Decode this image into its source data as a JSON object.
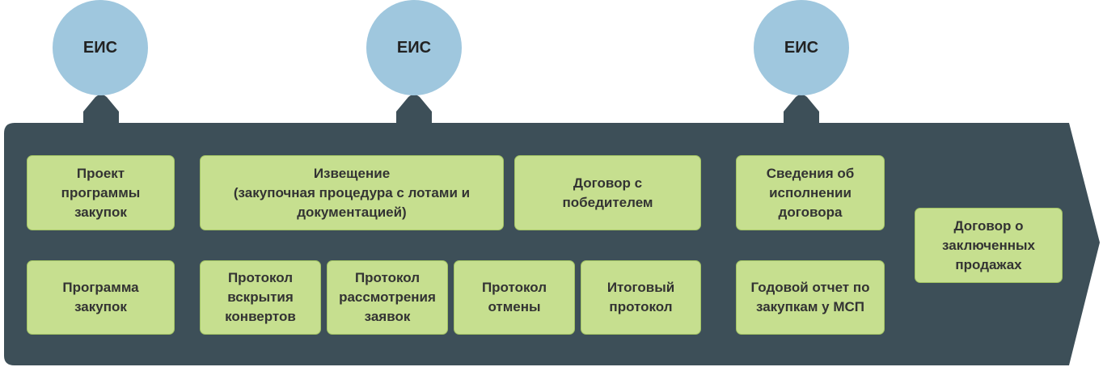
{
  "circles": [
    "ЕИС",
    "ЕИС",
    "ЕИС"
  ],
  "boxes": {
    "project_plan": "Проект\nпрограммы\nзакупок",
    "plan": "Программа\nзакупок",
    "notice": "Извещение\n(закупочная процедура с лотами и\nдокументацией)",
    "contract_winner": "Договор с\nпобедителем",
    "execution": "Сведения об\nисполнении\nдоговора",
    "protocol_opening": "Протокол\nвскрытия\nконвертов",
    "protocol_review": "Протокол\nрассмотрения\nзаявок",
    "protocol_cancel": "Протокол\nотмены",
    "protocol_final": "Итоговый\nпротокол",
    "annual_report": "Годовой отчет по\nзакупкам у МСП",
    "sales_contract": "Договор о\nзаключенных\nпродажах"
  },
  "colors": {
    "arrow": "#3d4f58",
    "box": "#c6df8f",
    "circle": "#9fc7de"
  }
}
